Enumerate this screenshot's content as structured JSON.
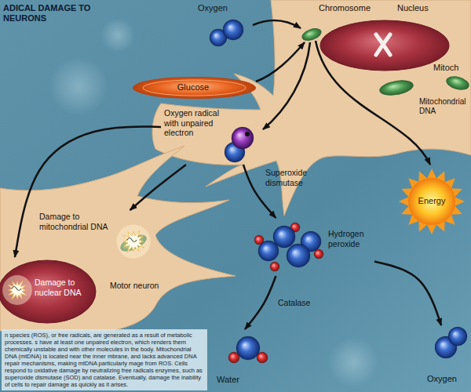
{
  "diagram": {
    "title": "ADICAL DAMAGE TO NEURONS",
    "caption": "n species (ROS), or free radicals, are generated as a result of metabolic processes. s have at least one unpaired electron, which renders them chemically unstable and with other molecules in the body. Mitochondrial DNA (mtDNA) is located near the inner mbrane, and lacks advanced DNA repair mechanisms, making mtDNA particularly mage from ROS. Cells respond to oxidative damage by neutralizing free radicals enzymes, such as superoxide dismutase (SOD) and catalase. Eventually, damage the inability of cells to repair damage as quickly as it arises.",
    "nodes": [
      {
        "text": [
          "Oxygen"
        ]
      },
      {
        "text": [
          "Glucose"
        ]
      },
      {
        "text": [
          "Chromosome",
          "Nucleus"
        ]
      },
      {
        "text": [
          "Oxygen radical with unpaired electron"
        ]
      },
      {
        "text": [
          "Energy"
        ]
      },
      {
        "text": [
          "Hydrogen peroxide"
        ]
      },
      {
        "text": [
          "Water"
        ]
      },
      {
        "text": [
          "Oxygen"
        ]
      },
      {
        "text": [
          "Damage to mitochondrial DNA"
        ]
      },
      {
        "text": [
          "Damage to nuclear DNA"
        ]
      }
    ],
    "edges": [
      {
        "from": 3,
        "to": 9,
        "arrow": "to"
      },
      {
        "from": 3,
        "to": 8,
        "arrow": "to"
      },
      {
        "from": 3,
        "to": 5,
        "label": "Superoxide dismutase",
        "arrow": "to"
      },
      {
        "from": 5,
        "to": 6,
        "label": "Catalase",
        "arrow": "to"
      },
      {
        "from": 5,
        "to": 7,
        "arrow": "to"
      }
    ],
    "labels": [
      "Mitoch",
      "Mitochondrial DNA",
      "Motor neuron"
    ]
  }
}
